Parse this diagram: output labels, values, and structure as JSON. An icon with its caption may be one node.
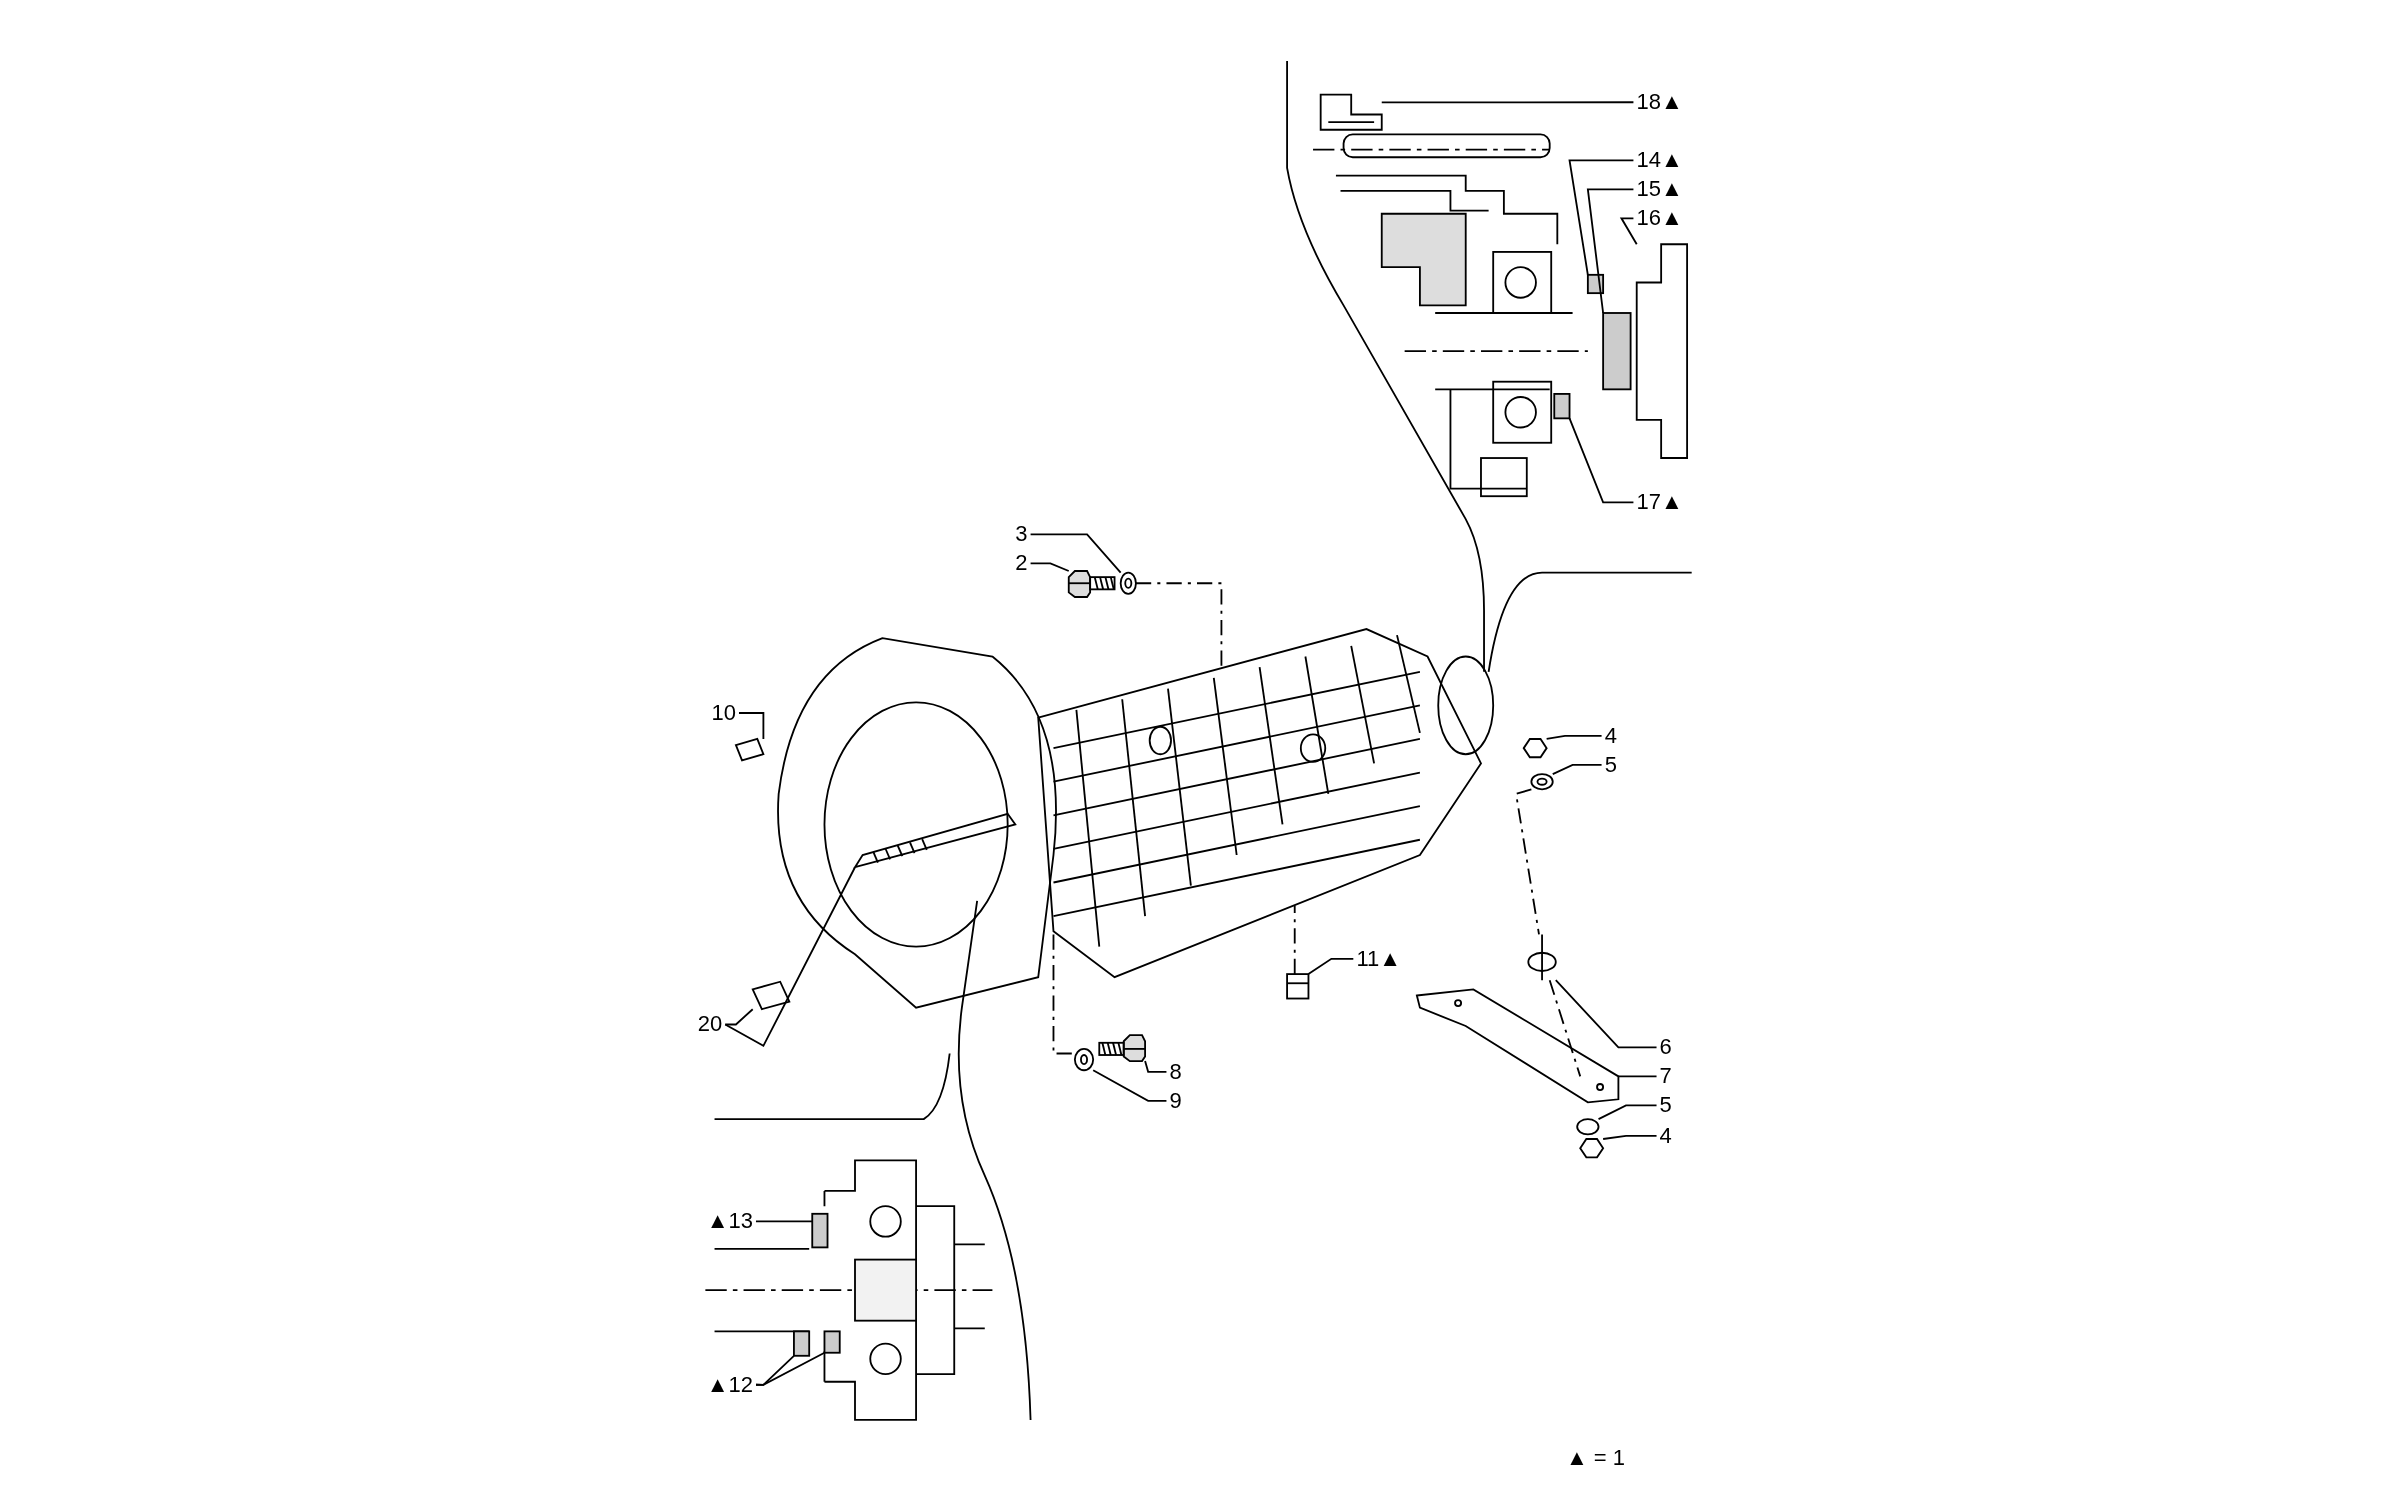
{
  "diagram": {
    "nodes": [
      {
        "text": [
          "18▲"
        ]
      },
      {
        "text": [
          "14▲"
        ]
      },
      {
        "text": [
          "15▲"
        ]
      },
      {
        "text": [
          "16▲"
        ]
      },
      {
        "text": [
          "17▲"
        ]
      },
      {
        "text": [
          "3"
        ]
      },
      {
        "text": [
          "2"
        ]
      },
      {
        "text": [
          "10"
        ]
      },
      {
        "text": [
          "4"
        ]
      },
      {
        "text": [
          "5"
        ]
      },
      {
        "text": [
          "11▲"
        ]
      },
      {
        "text": [
          "20"
        ]
      },
      {
        "text": [
          "6"
        ]
      },
      {
        "text": [
          "8"
        ]
      },
      {
        "text": [
          "7"
        ]
      },
      {
        "text": [
          "9"
        ]
      },
      {
        "text": [
          "5"
        ]
      },
      {
        "text": [
          "4"
        ]
      },
      {
        "text": [
          "▲13"
        ]
      },
      {
        "text": [
          "▲12"
        ]
      },
      {
        "text": [],
        "shape": "picture"
      },
      {
        "text": [],
        "shape": "box"
      },
      {
        "text": [],
        "shape": "box"
      },
      {
        "text": [],
        "shape": "picture"
      },
      {
        "text": [],
        "shape": "box"
      },
      {
        "text": [],
        "shape": "picture"
      },
      {
        "text": [],
        "shape": "picture"
      },
      {
        "text": [],
        "shape": "picture"
      },
      {
        "text": [],
        "shape": "picture"
      },
      {
        "text": [],
        "shape": "picture"
      },
      {
        "text": [],
        "shape": "picture"
      },
      {
        "text": [],
        "shape": "picture"
      },
      {
        "text": [],
        "shape": "picture"
      },
      {
        "text": [],
        "shape": "picture"
      },
      {
        "text": [],
        "shape": "picture"
      },
      {
        "text": [],
        "shape": "picture"
      },
      {
        "text": [],
        "shape": "picture"
      },
      {
        "text": [],
        "shape": "circle"
      },
      {
        "text": [],
        "shape": "picture"
      },
      {
        "text": [],
        "shape": "box"
      },
      {
        "text": [],
        "shape": "box"
      },
      {
        "text": [],
        "shape": "box"
      },
      {
        "text": [],
        "shape": "picture"
      }
    ],
    "edges": [
      {
        "from": 0,
        "to": 20,
        "arrow": "none"
      },
      {
        "from": 1,
        "to": 21,
        "arrow": "none"
      },
      {
        "from": 2,
        "to": 22,
        "arrow": "none"
      },
      {
        "from": 3,
        "to": 23,
        "arrow": "none"
      },
      {
        "from": 4,
        "to": 24,
        "arrow": "none"
      },
      {
        "from": 5,
        "to": 25,
        "arrow": "none"
      },
      {
        "from": 6,
        "to": 26,
        "arrow": "none"
      },
      {
        "from": 7,
        "to": 27,
        "arrow": "none"
      },
      {
        "from": 8,
        "to": 28,
        "arrow": "none"
      },
      {
        "from": 9,
        "to": 29,
        "arrow": "none"
      },
      {
        "from": 10,
        "to": 30,
        "arrow": "none"
      },
      {
        "from": 11,
        "to": 31,
        "arrow": "none"
      },
      {
        "from": 11,
        "to": 32,
        "arrow": "none"
      },
      {
        "from": 12,
        "to": 33,
        "arrow": "none"
      },
      {
        "from": 13,
        "to": 34,
        "arrow": "none"
      },
      {
        "from": 14,
        "to": 35,
        "arrow": "none"
      },
      {
        "from": 15,
        "to": 36,
        "arrow": "none"
      },
      {
        "from": 16,
        "to": 37,
        "arrow": "none"
      },
      {
        "from": 17,
        "to": 38,
        "arrow": "none"
      },
      {
        "from": 18,
        "to": 39,
        "arrow": "none"
      },
      {
        "from": 19,
        "to": 40,
        "arrow": "none"
      },
      {
        "from": 19,
        "to": 41,
        "arrow": "none"
      },
      {
        "from": 25,
        "to": 42,
        "arrow": "none",
        "style": "dashed"
      },
      {
        "from": 29,
        "to": 33,
        "arrow": "none",
        "style": "dashed"
      },
      {
        "from": 30,
        "to": 42,
        "arrow": "none",
        "style": "dashed"
      },
      {
        "from": 33,
        "to": 35,
        "arrow": "none",
        "style": "dashed"
      },
      {
        "from": 42,
        "to": 36,
        "arrow": "none",
        "style": "dashed"
      }
    ],
    "labels": [
      "▲ = 1"
    ]
  }
}
